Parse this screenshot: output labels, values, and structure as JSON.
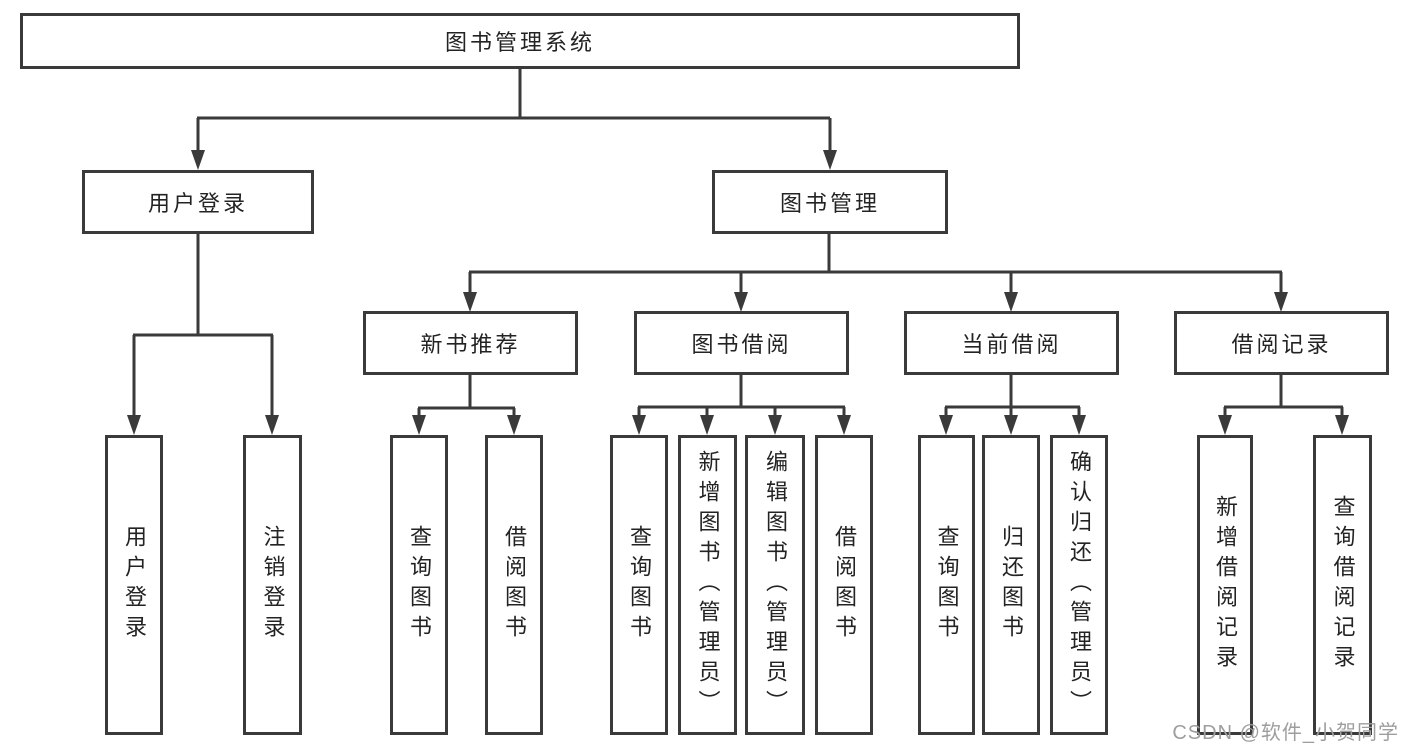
{
  "diagram": {
    "type": "tree",
    "root": {
      "label": "图书管理系统"
    },
    "level2": [
      {
        "label": "用户登录",
        "parent": "图书管理系统"
      },
      {
        "label": "图书管理",
        "parent": "图书管理系统"
      }
    ],
    "level3": [
      {
        "label": "新书推荐",
        "parent": "图书管理"
      },
      {
        "label": "图书借阅",
        "parent": "图书管理"
      },
      {
        "label": "当前借阅",
        "parent": "图书管理"
      },
      {
        "label": "借阅记录",
        "parent": "图书管理"
      }
    ],
    "leaves": [
      {
        "label": "用户登录",
        "parent": "用户登录"
      },
      {
        "label": "注销登录",
        "parent": "用户登录"
      },
      {
        "label": "查询图书",
        "parent": "新书推荐"
      },
      {
        "label": "借阅图书",
        "parent": "新书推荐"
      },
      {
        "label": "查询图书",
        "parent": "图书借阅"
      },
      {
        "label": "新增图书（管理员）",
        "parent": "图书借阅"
      },
      {
        "label": "编辑图书（管理员）",
        "parent": "图书借阅"
      },
      {
        "label": "借阅图书",
        "parent": "图书借阅"
      },
      {
        "label": "查询图书",
        "parent": "当前借阅"
      },
      {
        "label": "归还图书",
        "parent": "当前借阅"
      },
      {
        "label": "确认归还（管理员）",
        "parent": "当前借阅"
      },
      {
        "label": "新增借阅记录",
        "parent": "借阅记录"
      },
      {
        "label": "查询借阅记录",
        "parent": "借阅记录"
      }
    ],
    "colors": {
      "line": "#3a3a3a",
      "border": "#3a3a3a",
      "text": "#232323",
      "background": "#ffffff",
      "watermark": "#9e9e9e"
    }
  },
  "watermark": {
    "text": "CSDN @软件_小贺同学"
  }
}
